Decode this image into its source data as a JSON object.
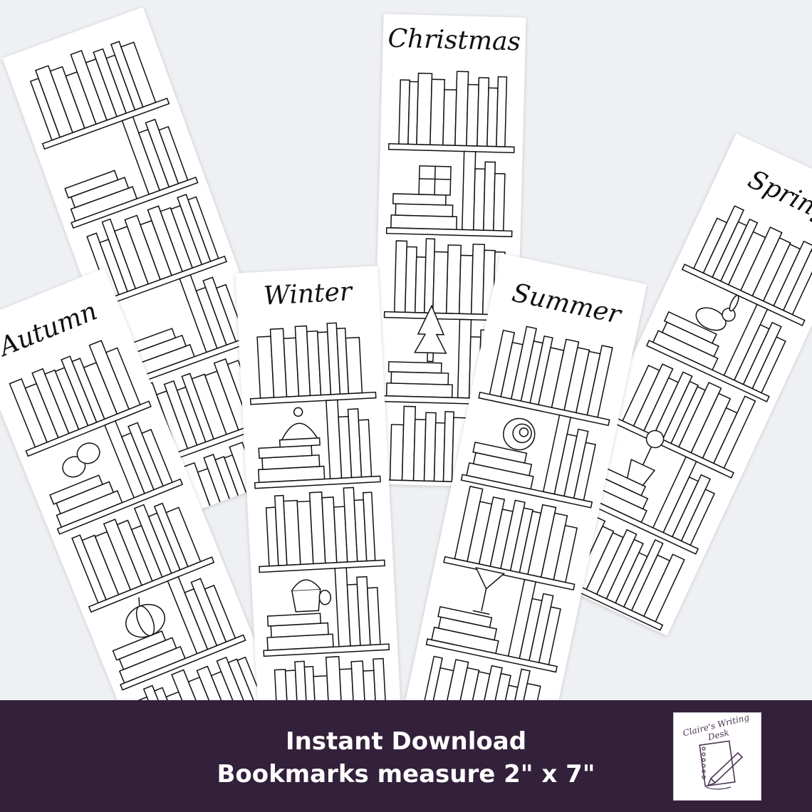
{
  "bookmarks": [
    {
      "id": "blank",
      "title": ""
    },
    {
      "id": "autumn",
      "title": "Autumn"
    },
    {
      "id": "winter",
      "title": "Winter"
    },
    {
      "id": "christmas",
      "title": "Christmas"
    },
    {
      "id": "summer",
      "title": "Summer"
    },
    {
      "id": "spring",
      "title": "Spring"
    }
  ],
  "banner": {
    "line1": "Instant Download",
    "line2": "Bookmarks measure 2\" x 7\"",
    "background": "#33203a"
  },
  "logo": {
    "text": "Claire's Writing Desk",
    "icon": "notebook-pen-icon"
  }
}
